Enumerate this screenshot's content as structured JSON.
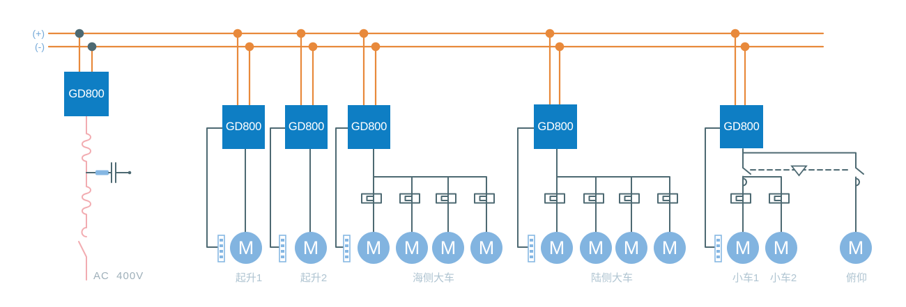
{
  "bus": {
    "positive_label": "(+)",
    "negative_label": "(-)"
  },
  "supply": {
    "device_label": "GD800",
    "source_label": "AC  400V"
  },
  "motor_letter": "M",
  "sections": [
    {
      "device_label": "GD800",
      "group_label": "起升1"
    },
    {
      "device_label": "GD800",
      "group_label": "起升2"
    },
    {
      "device_label": "GD800",
      "group_label": "海侧大车"
    },
    {
      "device_label": "GD800",
      "group_label": "陆侧大车"
    },
    {
      "device_label": "GD800",
      "group_label_trolley1": "小车1",
      "group_label_trolley2": "小车2",
      "group_label_boom": "俯仰"
    }
  ],
  "icons": {
    "junction-dot": "filled circle on bus",
    "braking-resistor": "striped vertical rectangle",
    "motor-brake": "rectangle with notch",
    "interlock-triangle": "▽",
    "capacitor": "two parallel bars",
    "fuse": "solid rounded bar",
    "choke-coil": "wavy vertical line",
    "breaker-switch": "arc contact with open blade"
  },
  "colors": {
    "bus-orange": "#E8893B",
    "wire-slate": "#4D6972",
    "device-blue": "#0E7EC4",
    "motor-blue": "#82B4E0",
    "component-blue": "#85B7E3",
    "ac-pink": "#F2ACB1",
    "ac-label-gray": "#9FB0BA",
    "group-label-blue": "#AFC4D1",
    "bus-label-blue": "#74A9D8",
    "background": "#FFFFFF"
  }
}
